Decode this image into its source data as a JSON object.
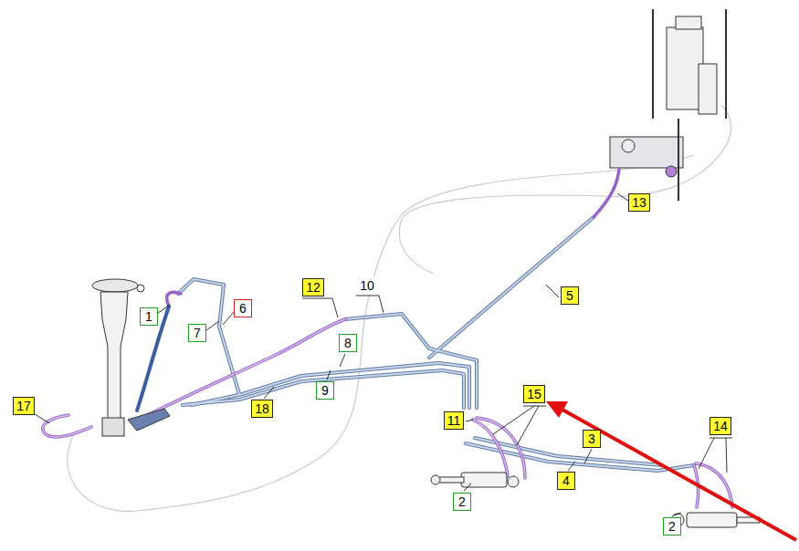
{
  "diagram": {
    "labels": [
      "1",
      "7",
      "6",
      "12",
      "10",
      "5",
      "13",
      "8",
      "9",
      "17",
      "18",
      "11",
      "15",
      "3",
      "4",
      "14",
      "2",
      "2"
    ]
  }
}
